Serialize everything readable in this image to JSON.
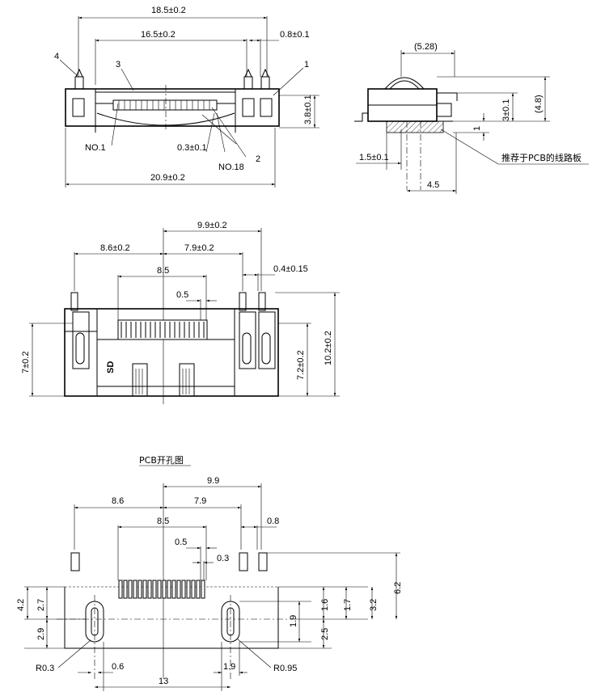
{
  "top_view": {
    "dim_18_5": "18.5±0.2",
    "dim_16_5": "16.5±0.2",
    "dim_0_8": "0.8±0.1",
    "dim_3_8": "3.8±0.1",
    "dim_0_3": "0.3±0.1",
    "dim_20_9": "20.9±0.2",
    "label_no1": "NO.1",
    "label_no18": "NO.18",
    "callout_1": "1",
    "callout_2": "2",
    "callout_3": "3",
    "callout_4": "4"
  },
  "side_view": {
    "dim_5_28": "(5.28)",
    "dim_4_8": "(4.8)",
    "dim_3": "3±0.1",
    "dim_1": "1",
    "dim_1_5": "1.5±0.1",
    "dim_4_5": "4.5",
    "pcb_note": "推荐于PCB的线路板"
  },
  "front_view": {
    "dim_9_9": "9.9±0.2",
    "dim_8_6": "8.6±0.2",
    "dim_7_9": "7.9±0.2",
    "dim_8_5": "8.5",
    "dim_0_5": "0.5",
    "dim_0_4": "0.4±0.15",
    "dim_7": "7±0.2",
    "dim_7_2": "7.2±0.2",
    "dim_10_2": "10.2±0.2",
    "label_sd": "SD"
  },
  "pcb_view": {
    "title": "PCB开孔图",
    "dim_9_9": "9.9",
    "dim_8_6": "8.6",
    "dim_7_9": "7.9",
    "dim_8_5": "8.5",
    "dim_0_8": "0.8",
    "dim_0_5": "0.5",
    "dim_0_3": "0.3",
    "dim_4_2": "4.2",
    "dim_2_7": "2.7",
    "dim_2_9": "2.9",
    "dim_1_6": "1.6",
    "dim_1_7": "1.7",
    "dim_3_2": "3.2",
    "dim_6_2": "6.2",
    "dim_1_9v": "1.9",
    "dim_2_5": "2.5",
    "dim_r0_3": "R0.3",
    "dim_0_6": "0.6",
    "dim_13": "13",
    "dim_1_9": "1.9",
    "dim_r0_95": "R0.95"
  }
}
